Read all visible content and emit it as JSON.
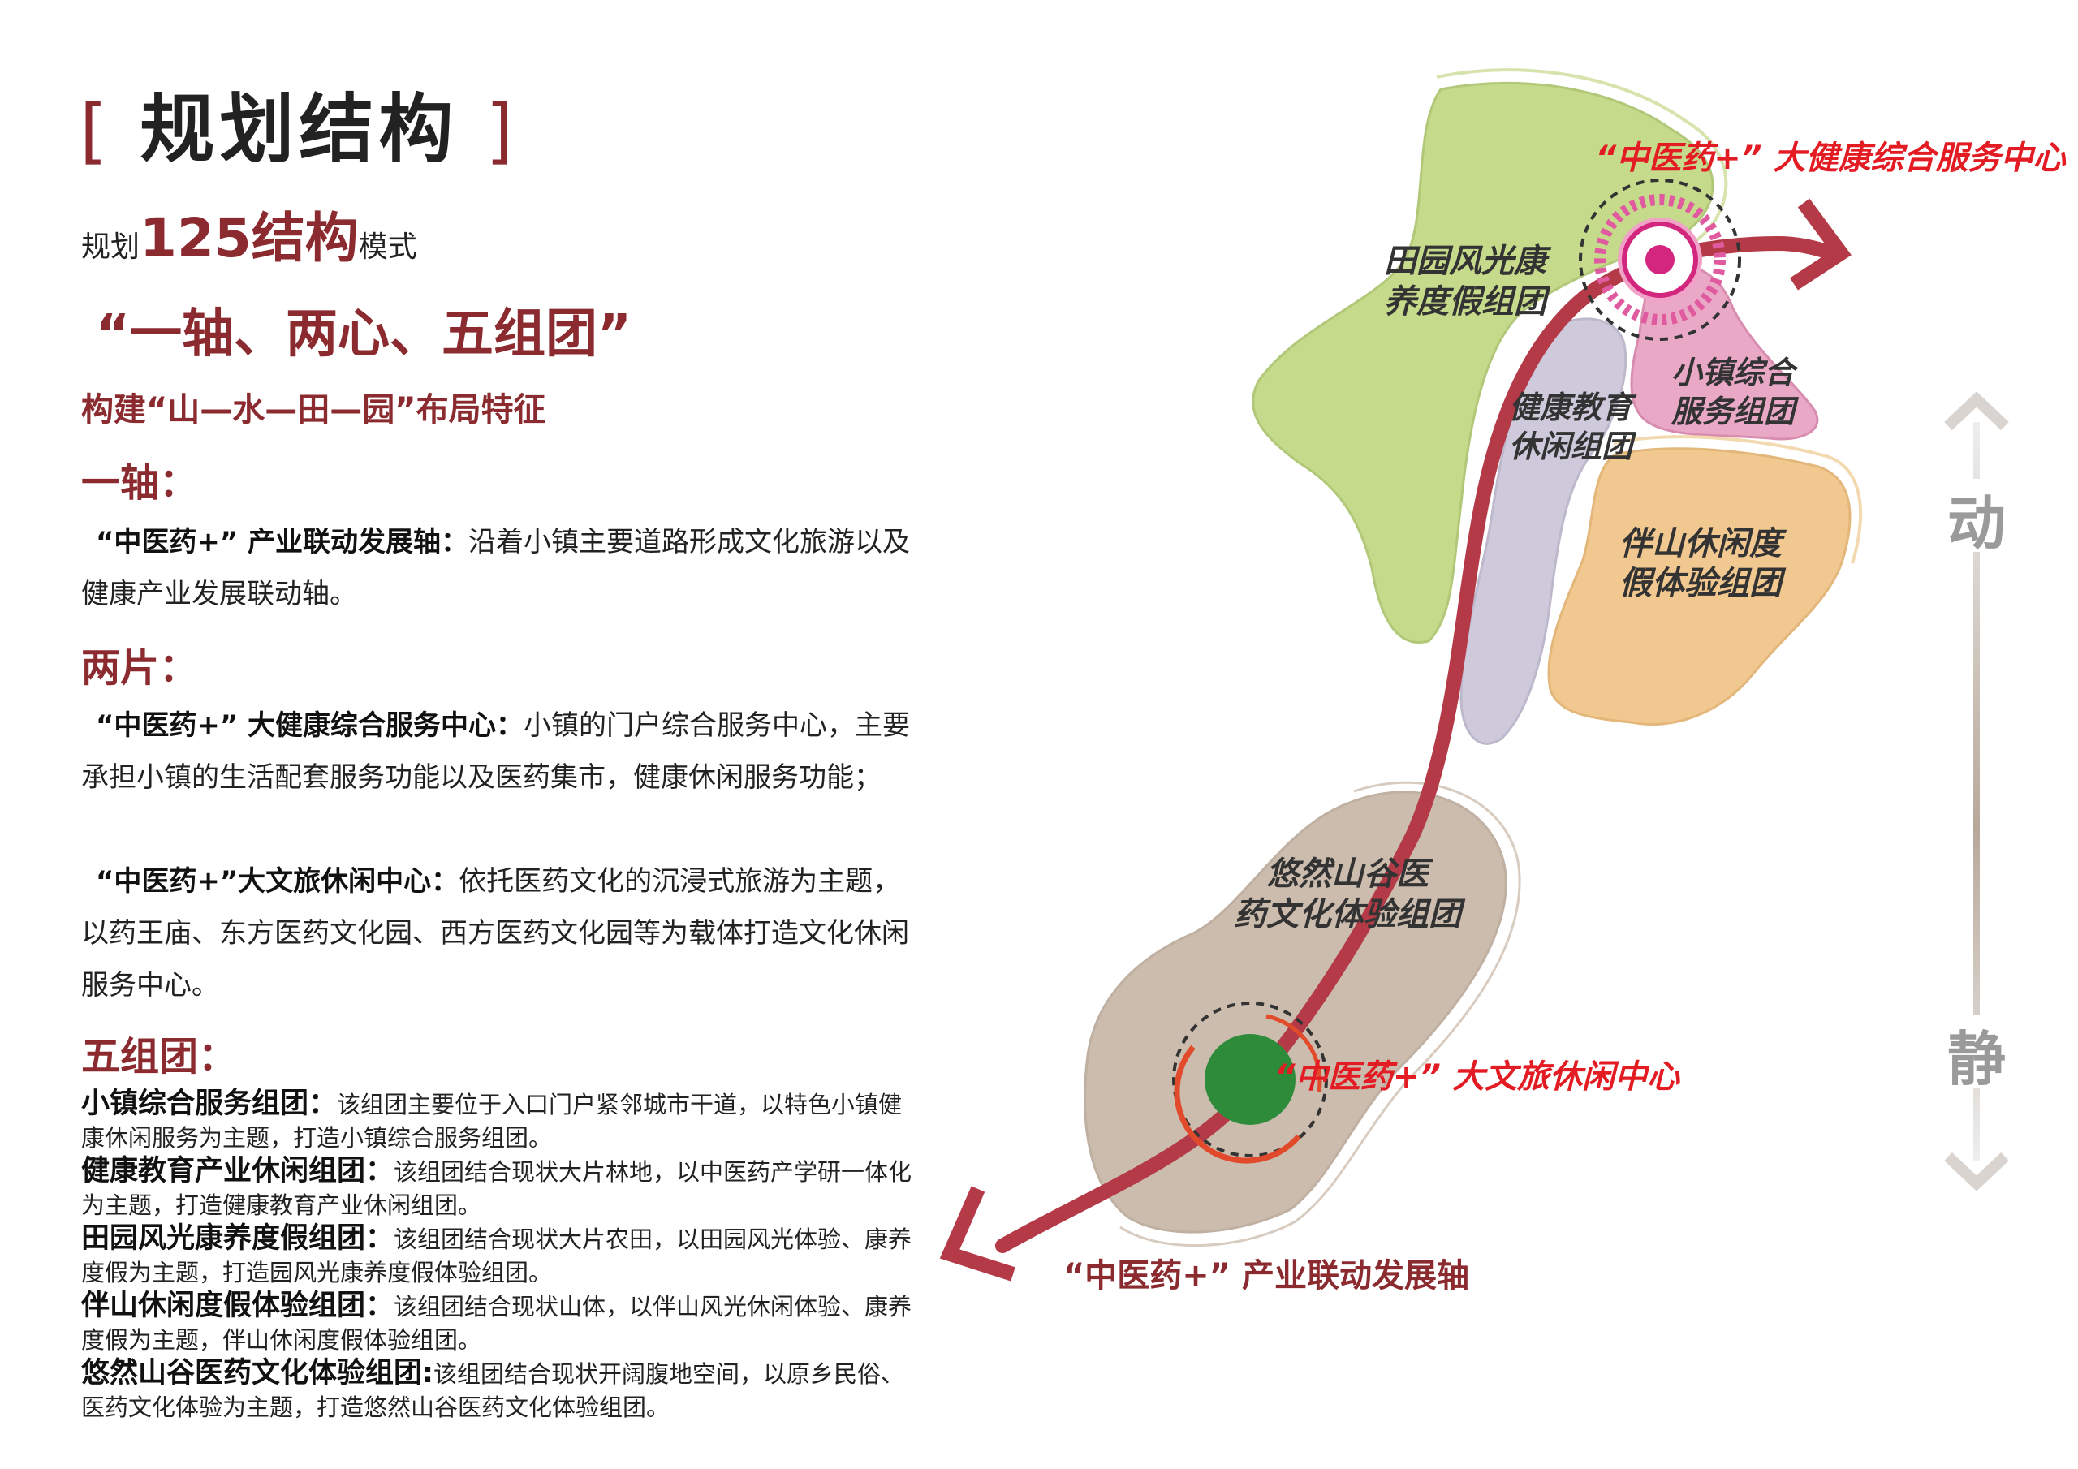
{
  "title": "规划结构",
  "model": {
    "prefix": "规划",
    "highlight": "125结构",
    "suffix": "模式"
  },
  "slogan": "“一轴、两心、五组团”",
  "subtitle": "构建“山—水—田—园”布局特征",
  "sections": {
    "axis": {
      "heading": "一轴：",
      "term": "“中医药+” 产业联动发展轴：",
      "text": "沿着小镇主要道路形成文化旅游以及健康产业发展联动轴。"
    },
    "centers": {
      "heading": "两片：",
      "items": [
        {
          "term": "“中医药+” 大健康综合服务中心：",
          "text": "小镇的门户综合服务中心，主要承担小镇的生活配套服务功能以及医药集市，健康休闲服务功能；"
        },
        {
          "term": "“中医药+”大文旅休闲中心：",
          "text": "依托医药文化的沉浸式旅游为主题，以药王庙、东方医药文化园、西方医药文化园等为载体打造文化休闲服务中心。"
        }
      ]
    },
    "clusters": {
      "heading": "五组团：",
      "items": [
        {
          "term": "小镇综合服务组团：",
          "text": "该组团主要位于入口门户紧邻城市干道，以特色小镇健康休闲服务为主题，打造小镇综合服务组团。"
        },
        {
          "term": "健康教育产业休闲组团：",
          "text": "该组团结合现状大片林地，以中医药产学研一体化为主题，打造健康教育产业休闲组团。"
        },
        {
          "term": "田园风光康养度假组团：",
          "text": "该组团结合现状大片农田，以田园风光体验、康养度假为主题，打造园风光康养度假体验组团。"
        },
        {
          "term": "伴山休闲度假体验组团：",
          "text": "该组团结合现状山体，以伴山风光休闲体验、康养度假为主题，伴山休闲度假体验组团。"
        },
        {
          "term": "悠然山谷医药文化体验组团:",
          "text": "该组团结合现状开阔腹地空间，以原乡民俗、医药文化体验为主题，打造悠然山谷医药文化体验组团。"
        }
      ]
    }
  },
  "map": {
    "labels": {
      "center_top": "“中医药+” 大健康综合服务中心",
      "center_bottom": "“中医药+” 大文旅休闲中心",
      "axis": "“中医药+” 产业联动发展轴",
      "field_l1": "田园风光康",
      "field_l2": "养度假组团",
      "edu_l1": "健康教育",
      "edu_l2": "休闲组团",
      "service_l1": "小镇综合",
      "service_l2": "服务组团",
      "mountain_l1": "伴山休闲度",
      "mountain_l2": "假体验组团",
      "valley_l1": "悠然山谷医",
      "valley_l2": "药文化体验组团"
    },
    "scale": {
      "top": "动",
      "bottom": "静"
    },
    "colors": {
      "axis_road": "#b53a48",
      "field_zone": "#c5da8a",
      "edu_zone": "#cfc9dc",
      "service_zone": "#e9a9c6",
      "mountain_zone": "#f0c890",
      "valley_zone": "#cbbcae",
      "center_top": "#d2267f",
      "center_bottom": "#2e8b3a",
      "label_red": "#e31b23",
      "accent": "#8b2a2f"
    }
  }
}
